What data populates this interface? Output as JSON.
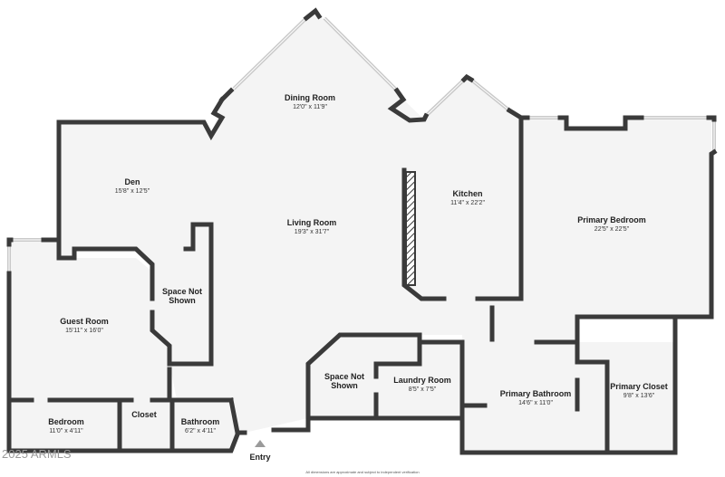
{
  "rooms": {
    "dining_room": {
      "name": "Dining Room",
      "dims": "12'0\" x 11'9\""
    },
    "den": {
      "name": "Den",
      "dims": "15'8\" x 12'5\""
    },
    "living_room": {
      "name": "Living Room",
      "dims": "19'3\" x 31'7\""
    },
    "kitchen": {
      "name": "Kitchen",
      "dims": "11'4\" x 22'2\""
    },
    "primary_bedroom": {
      "name": "Primary Bedroom",
      "dims": "22'5\" x 22'5\""
    },
    "space_not_shown_1": {
      "name_line1": "Space Not",
      "name_line2": "Shown"
    },
    "guest_room": {
      "name": "Guest Room",
      "dims": "15'11\" x 16'0\""
    },
    "space_not_shown_2": {
      "name_line1": "Space Not",
      "name_line2": "Shown"
    },
    "laundry_room": {
      "name": "Laundry Room",
      "dims": "8'5\" x 7'5\""
    },
    "primary_bathroom": {
      "name": "Primary Bathroom",
      "dims": "14'6\" x 11'0\""
    },
    "primary_closet": {
      "name": "Primary Closet",
      "dims": "9'8\" x 13'6\""
    },
    "bedroom": {
      "name": "Bedroom",
      "dims": "11'0\" x 4'11\""
    },
    "closet": {
      "name": "Closet"
    },
    "bathroom": {
      "name": "Bathroom",
      "dims": "6'2\" x 4'11\""
    }
  },
  "entry": {
    "label": "Entry"
  },
  "footnote": "All dimensions are approximate and subject to independent verification",
  "watermark": "2025 ARMLS",
  "colors": {
    "wall": "#3a3a3a",
    "floor": "#f4f4f4",
    "window": "#c9c9c9",
    "text": "#222222",
    "entry_marker": "#9a9a9a",
    "counter_hatch": "#3a3a3a"
  }
}
